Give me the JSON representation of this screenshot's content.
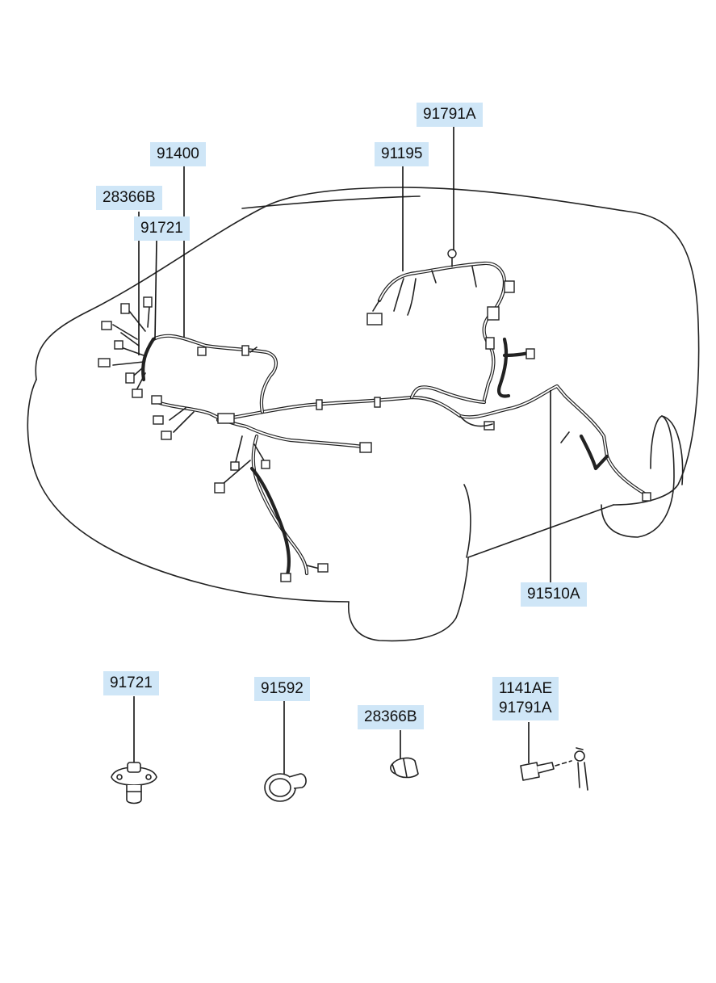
{
  "callouts": {
    "c_91791A_top": "91791A",
    "c_91400": "91400",
    "c_91195": "91195",
    "c_28366B_top": "28366B",
    "c_91721_top": "91721",
    "c_91510A": "91510A",
    "c_91721_bottom": "91721",
    "c_91592": "91592",
    "c_28366B_bottom": "28366B",
    "c_1141AE": "1141AE",
    "c_91791A_bottom": "91791A"
  }
}
